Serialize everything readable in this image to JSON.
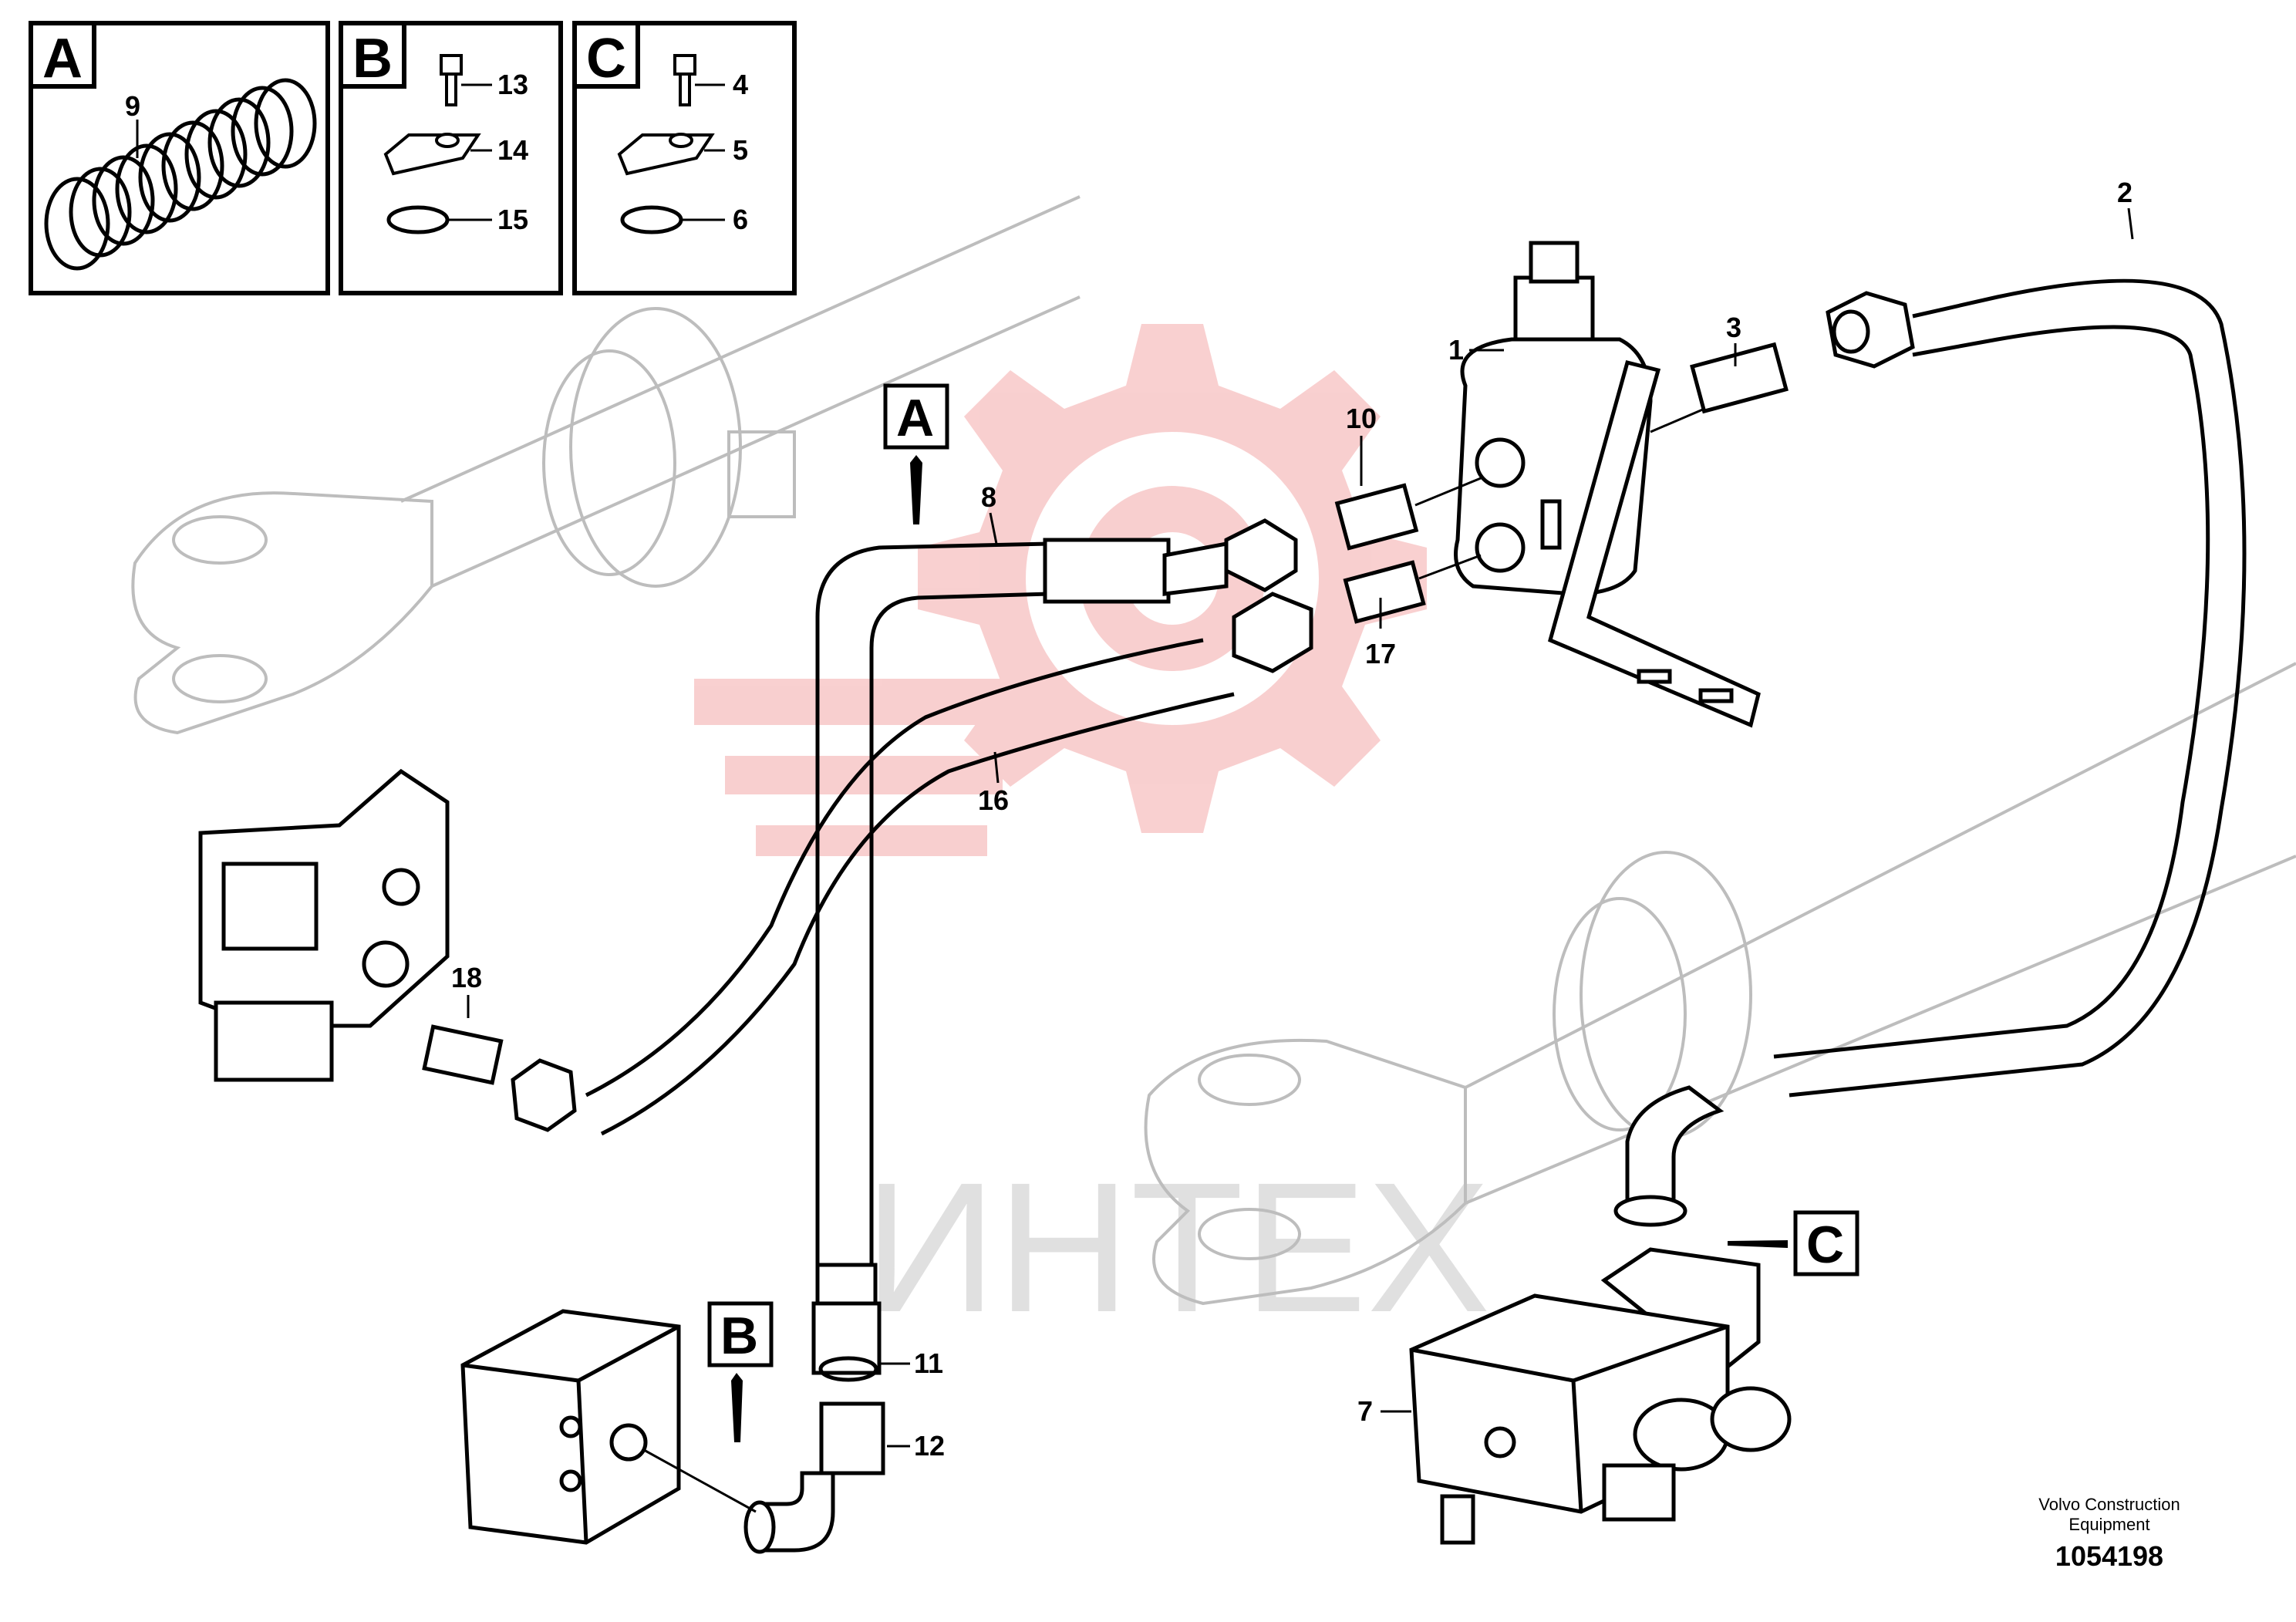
{
  "diagram": {
    "detail_boxes": [
      {
        "letter": "A",
        "items": [
          "9"
        ]
      },
      {
        "letter": "B",
        "items": [
          "13",
          "14",
          "15"
        ]
      },
      {
        "letter": "C",
        "items": [
          "4",
          "5",
          "6"
        ]
      }
    ],
    "view_markers": [
      "A",
      "B",
      "C"
    ],
    "callouts": {
      "c1": "1",
      "c2": "2",
      "c3": "3",
      "c7": "7",
      "c8": "8",
      "c10": "10",
      "c11": "11",
      "c12": "12",
      "c16": "16",
      "c17": "17",
      "c18": "18"
    },
    "footer": {
      "line1": "Volvo Construction",
      "line2": "Equipment",
      "number": "1054198"
    },
    "watermark": {
      "text": "ИНТЕХ",
      "color": "#f2b8b8"
    },
    "colors": {
      "line": "#000000",
      "ghost": "#bdbdbd"
    }
  }
}
